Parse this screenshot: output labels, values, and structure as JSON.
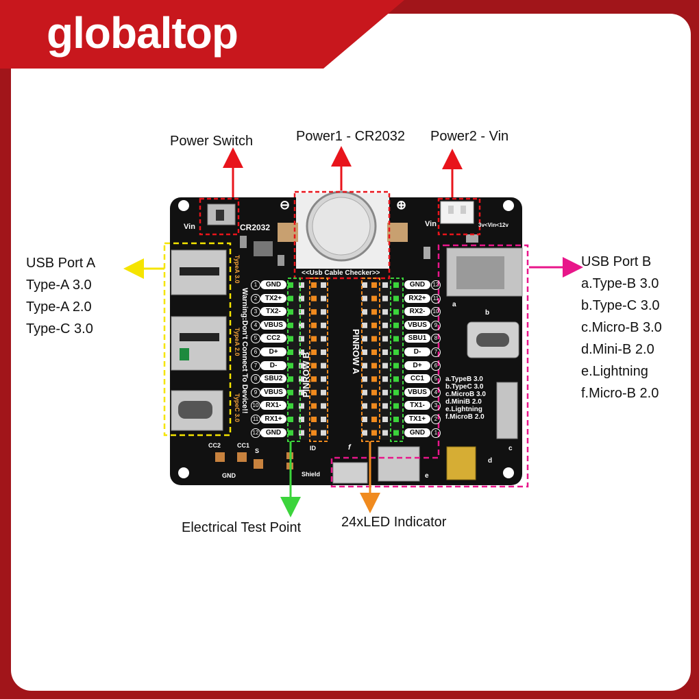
{
  "brand": {
    "name": "globaltop",
    "color": "#c8171d"
  },
  "labels": {
    "power_switch": "Power Switch",
    "power1": "Power1 - CR2032",
    "power2": "Power2 - Vin",
    "electrical_test_point": "Electrical Test Point",
    "led_indicator": "24xLED Indicator"
  },
  "usb_port_a": {
    "title": "USB Port A",
    "items": [
      "Type-A 3.0",
      "Type-A 2.0",
      "Type-C 3.0"
    ],
    "color": "#f5e400"
  },
  "usb_port_b": {
    "title": "USB Port B",
    "items": [
      "a.Type-B 3.0",
      "b.Type-C 3.0",
      "c.Micro-B 3.0",
      "d.Mini-B 2.0",
      "e.Lightning",
      "f.Micro-B 2.0"
    ],
    "color": "#e8168a"
  },
  "board": {
    "silk_vin_left": "Vin",
    "silk_cr2032": "CR2032",
    "silk_vin_right": "Vin",
    "silk_vin_range": "3v<Vin<12v",
    "checker_title": "<<Usb Cable Checker>>",
    "pinrow_a": "PINROW A",
    "pinrow_b": "PINROW B",
    "warning": "Warning:Don't Connect To Device!!",
    "type_a30": "TypeA 3.0",
    "type_a20": "TypeA 2.0",
    "type_c30": "TypeC 3.0",
    "minus": "⊖",
    "plus": "⊕",
    "cc2": "CC2",
    "cc1": "CC1",
    "gnd": "GND",
    "id": "ID",
    "shield": "Shield",
    "s_mark": "S",
    "f_mark": "f",
    "port_a_mark": "a",
    "port_b_mark": "b",
    "port_c_mark": "c",
    "port_d_mark": "d",
    "port_e_mark": "e",
    "legend": [
      "a.TypeB 3.0",
      "b.TypeC 3.0",
      "c.MicroB 3.0",
      "d.MiniB 2.0",
      "e.Lightning",
      "f.MicroB 2.0"
    ],
    "left_pins": [
      {
        "num": "1",
        "name": "GND"
      },
      {
        "num": "2",
        "name": "TX2+"
      },
      {
        "num": "3",
        "name": "TX2-"
      },
      {
        "num": "4",
        "name": "VBUS"
      },
      {
        "num": "5",
        "name": "CC2"
      },
      {
        "num": "6",
        "name": "D+"
      },
      {
        "num": "7",
        "name": "D-"
      },
      {
        "num": "8",
        "name": "SBU2"
      },
      {
        "num": "9",
        "name": "VBUS"
      },
      {
        "num": "10",
        "name": "RX1-"
      },
      {
        "num": "11",
        "name": "RX1+"
      },
      {
        "num": "12",
        "name": "GND"
      }
    ],
    "right_pins": [
      {
        "num": "12",
        "name": "GND"
      },
      {
        "num": "11",
        "name": "RX2+"
      },
      {
        "num": "10",
        "name": "RX2-"
      },
      {
        "num": "9",
        "name": "VBUS"
      },
      {
        "num": "8",
        "name": "SBU1"
      },
      {
        "num": "7",
        "name": "D-"
      },
      {
        "num": "6",
        "name": "D+"
      },
      {
        "num": "5",
        "name": "CC1"
      },
      {
        "num": "4",
        "name": "VBUS"
      },
      {
        "num": "3",
        "name": "TX1-"
      },
      {
        "num": "2",
        "name": "TX1+"
      },
      {
        "num": "1",
        "name": "GND"
      }
    ]
  },
  "colors": {
    "annotation_red": "#e8141b",
    "test_point_green": "#3bd43b",
    "led_orange": "#f08a1e",
    "pcb": "#111111"
  }
}
